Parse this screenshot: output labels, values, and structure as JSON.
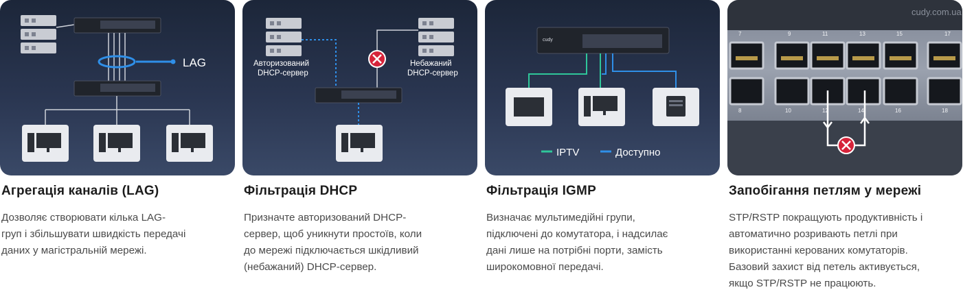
{
  "cards": [
    {
      "title": "Агрегація каналів (LAG)",
      "lines": [
        "Дозволяє створювати кілька LAG-",
        "груп і збільшувати швидкість передачі",
        "даних у магістральній мережі."
      ],
      "labels": {
        "lag": "LAG"
      }
    },
    {
      "title": "Фільтрація DHCP",
      "lines": [
        "Призначте авторизований DHCP-",
        "сервер, щоб уникнути простоїв, коли",
        "до мережі підключається шкідливий",
        "(небажаний) DHCP-сервер."
      ],
      "labels": {
        "auth_l1": "Авторизований",
        "auth_l2": "DHCP-сервер",
        "bad_l1": "Небажаний",
        "bad_l2": "DHCP-сервер"
      }
    },
    {
      "title": "Фільтрація IGMP",
      "lines": [
        "Визначає мультимедійні групи,",
        "підключені до комутатора, і надсилає",
        "дані лише на потрібні порти, замість",
        "широкомовної передачі."
      ],
      "labels": {
        "iptv": "IPTV",
        "available": "Доступно",
        "brand": "cudy"
      }
    },
    {
      "title": "Запобігання петлям у мережі",
      "lines": [
        "STP/RSTP покращують продуктивність і",
        "автоматично розривають петлі при",
        "використанні керованих комутаторів.",
        "Базовий захист від петель активується,",
        "якщо STP/RSTP не працюють."
      ],
      "labels": {
        "watermark": "cudy.com.ua",
        "top_ports": [
          "7",
          "9",
          "11",
          "13",
          "15",
          "17"
        ],
        "bottom_ports": [
          "8",
          "10",
          "12",
          "14",
          "16",
          "18"
        ]
      }
    }
  ],
  "colors": {
    "panel_dark": "#1c2639",
    "blue_link": "#2f8fe8",
    "teal_link": "#2fc79a",
    "error_red": "#d6233a",
    "heading": "#1c1c1c",
    "body_text": "#4a4a4a"
  }
}
